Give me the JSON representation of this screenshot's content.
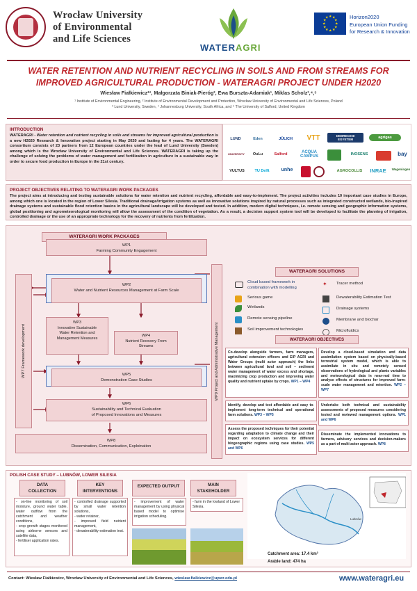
{
  "header": {
    "university": [
      "Wrocław University",
      "of Environmental",
      "and Life Sciences"
    ],
    "project_logo_text_a": "WATER",
    "project_logo_text_b": "AGRI",
    "eu_text": [
      "Horizon2020",
      "European Union Funding",
      "for Research & Innovation"
    ]
  },
  "title": "WATER RETENTION AND NUTRIENT RECYCLING IN SOILS AND FROM STREAMS FOR IMPROVED AGRICULTURAL PRODUCTION - WATERAGRI PROJECT UNDER H2020",
  "authors": "Wiesław Fiałkiewicz*¹, Małgorzata Biniak-Pieróg², Ewa Burszta-Adamiak¹, Miklas Scholz³,⁴,⁵",
  "affiliations": [
    "¹ Institute of Environmental Engineering, ² Institute of Environmental Development and Protection, Wrocław University of Environmental and Life Sciences, Poland",
    "³ Lund University, Sweden, ⁴ Johannesburg University, South Africa, and ⁵ The University of Salford, United Kingdom"
  ],
  "intro": {
    "title": "INTRODUCTION",
    "lead": "WATERAGRI - ",
    "lead_italic": "Water retention and nutrient recycling in soils and streams for improved agricultural production",
    "text": " is a new H2020 Research & Innovation project starting in May 2020 and lasting for 4 years. The WATERAGRI consortium consists of 23 partners from 12 European countries under the lead of Lund University (Sweden) among which is the Wrocław University of Environmental and Life Sciences. WATERAGRI is taking up the challenge of solving the problems of water management and fertilization in agriculture in a sustainable way in order to secure food production in Europe in the 21st century."
  },
  "partners": [
    "LUND",
    "Eden",
    "JÜLICH",
    "VTT",
    "DEBRECENI EGYETEM",
    "agrigas",
    "UNIVERSITY",
    "OuLu",
    "Salford",
    "ACQUA CAMPUS",
    "",
    "INOSENS",
    "",
    "bay",
    "VULTUS",
    "TU Delft",
    "unhe",
    "",
    "",
    "AGROCOLLIS",
    "INRAE",
    "Wageningen"
  ],
  "objectives": {
    "title": "PROJECT OBJECTIVES RELATING TO WATERAGRI WORK PACKAGES",
    "text": "The project aims at introducing and testing sustainable solutions for water retention and nutrient recycling, affordable and easy-to-implement. The project activities includes 10 important case studies in Europe, among which one is located in the region of Lower Silesia. Traditional drainage/irrigation systems as well as innovative solutions inspired by natural processes such as integrated constructed wetlands, bio-inspired drainage systems and sustainable flood retention basins in the agricultural landscape will be developed and tested. In addition, modern digital techniques, i.e. remote sensing and geographic information systems, global positioning and agrometeorological monitoring will allow the assessment of the condition of vegetation. As a result, a decision support system tool will be developed to facilitate the planning of irrigation, controlled drainage or the use of an appropriate technology for the recovery of nutrients from fertilization."
  },
  "wp": {
    "title": "WATERAGRI WORK PACKAGES",
    "wp1": [
      "WP1",
      "Farming Community Engagement"
    ],
    "wp2": [
      "WP2",
      "Water and Nutrient Resources Management at Farm Scale"
    ],
    "wp3": [
      "WP3",
      "Innovative Sustainable",
      "Water Retention and",
      "Management Measures"
    ],
    "wp4": [
      "WP4",
      "Nutrient Recovery From",
      "Streams"
    ],
    "wp5": [
      "WP5",
      "Demonstration Case Studies"
    ],
    "wp6": [
      "WP6",
      "Sustainability and Technical Evaluation",
      "of Proposed Innovations and Measures"
    ],
    "wp7": "WP7  Framework development",
    "wp8": [
      "WP8",
      "Dissemination, Communication, Exploination"
    ],
    "wp9": "WP9  Project and Administrative Management"
  },
  "solutions": {
    "title": "WATERAGRI SOLUTIONS",
    "left": [
      "Cloud based framework in combination with modelling",
      "Serious game",
      "Wetlands",
      "Remote sensing pipeline",
      "Soil improvement technologies"
    ],
    "right": [
      "Tracer method",
      "Dewaterability Estimation Test",
      "Drainage systems",
      "Membrane and biochar",
      "Microfluidics"
    ]
  },
  "wa_objectives": {
    "title": "WATERAGRI OBJECTIVES",
    "left": [
      {
        "text": "Co-develop alongside farmers, farm managers, agricultural extension officers and EIP AGRI and Water Groups (multi actor approach) the links between agricultural land and soil – sediment water management of water excess and shortage, maximizing crop production and improving water quality and nutrient uptake by crops. ",
        "ref": "WP1 – WP4"
      },
      {
        "text": "Identify, develop and test affordable and easy to-implement long-term technical and operational farm solutions. ",
        "ref": "WP3 – WP5"
      },
      {
        "text": "Assess the proposed techniques for their potential regarding adaptation to climate change and their impact on ecosystem services for different biogeographic regions using case studies. ",
        "ref": "WP5 and WP6"
      }
    ],
    "right": [
      {
        "text": "Develop a cloud-based simulation and data assimilation system based on physically-based terrestrial system model, which is able to assimilate in situ and remotely sensed observations of hydrological and plants variables and meteorological data in near-real time to analyse effects of structures for improved farm-scale water management and retention. ",
        "ref": "WP2 – WP7"
      },
      {
        "text": "Undertake both technical and sustainability assessments of proposed measures considering tested and reviewed management options. ",
        "ref": "WP1 and WP6"
      },
      {
        "text": "Disseminate the implemented innovations to farmers, advisory services and decision-makers as a part of multi actor approach. ",
        "ref": "WP8"
      }
    ]
  },
  "case": {
    "title": "POLISH CASE STUDY – LUBNÓW, LOWER SILESIA",
    "columns": [
      {
        "head": [
          "DATA",
          "COLLECTION"
        ],
        "items": [
          "- on-line monitoring of soil moisture, ground water table, water outflow from the catchment and weather conditions,",
          "- crop growth stages monitored using airborne sensors and satellite data,",
          "- fertiliser application rates."
        ]
      },
      {
        "head": [
          "KEY",
          "INTERVENTIONS"
        ],
        "items": [
          "- controlled drainage supported by small water retention solutions,",
          "- water retainer,",
          "- improved field nutrient management,",
          "- dewaterability estimation test."
        ]
      },
      {
        "head": [
          "EXPECTED OUTPUT",
          ""
        ],
        "items": [
          "- improvement of water management by using physical based model to optimise irrigation scheduling."
        ]
      },
      {
        "head": [
          "MAIN",
          "STAKEHOLDER"
        ],
        "items": [
          "- farm in the lowland of Lower Silesia."
        ]
      }
    ],
    "catchment_area": "Catchment area: 17.4 km²",
    "arable_land": "Arable land: 474 ha",
    "map_label": "Lubnów"
  },
  "footer": {
    "contact_prefix": "Contact: Wiesław Fiałkiewicz, Wrocław University of Environmental and Life Sciences, ",
    "email": "wieslaw.fialkiewicz@upwr.edu.pl",
    "website": "www.wateragri.eu"
  },
  "colors": {
    "accent": "#8a1a2b",
    "title_red": "#c0282d",
    "pink": "#f5e4e5",
    "wp_box": "#f2d4d6",
    "link_blue": "#1d4e8a"
  }
}
